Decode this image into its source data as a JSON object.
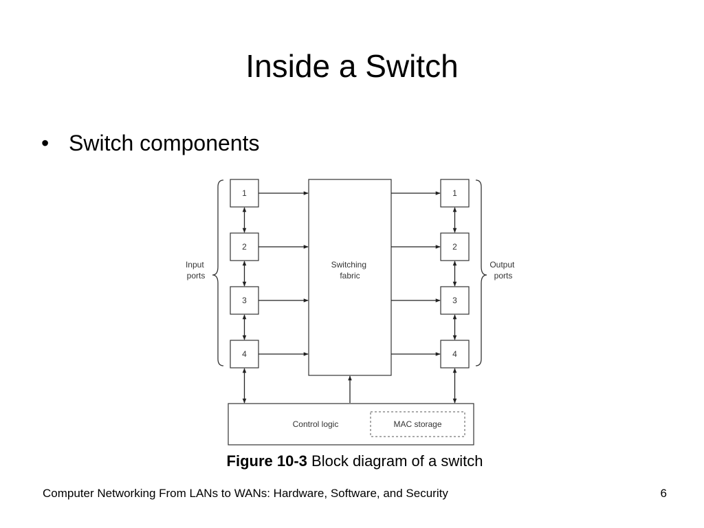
{
  "slide": {
    "title": "Inside a Switch",
    "bullets": [
      "Switch components"
    ]
  },
  "diagram": {
    "input_ports_label": [
      "Input",
      "ports"
    ],
    "output_ports_label": [
      "Output",
      "ports"
    ],
    "fabric_label": [
      "Switching",
      "fabric"
    ],
    "control_logic_label": "Control logic",
    "mac_storage_label": "MAC storage",
    "input_ports": [
      "1",
      "2",
      "3",
      "4"
    ],
    "output_ports": [
      "1",
      "2",
      "3",
      "4"
    ],
    "line_color": "#222222"
  },
  "caption": {
    "figure_number": "Figure 10-3",
    "text": "Block diagram of a switch"
  },
  "footer": {
    "text": "Computer Networking From LANs to WANs: Hardware, Software, and Security",
    "page_number": "6"
  }
}
